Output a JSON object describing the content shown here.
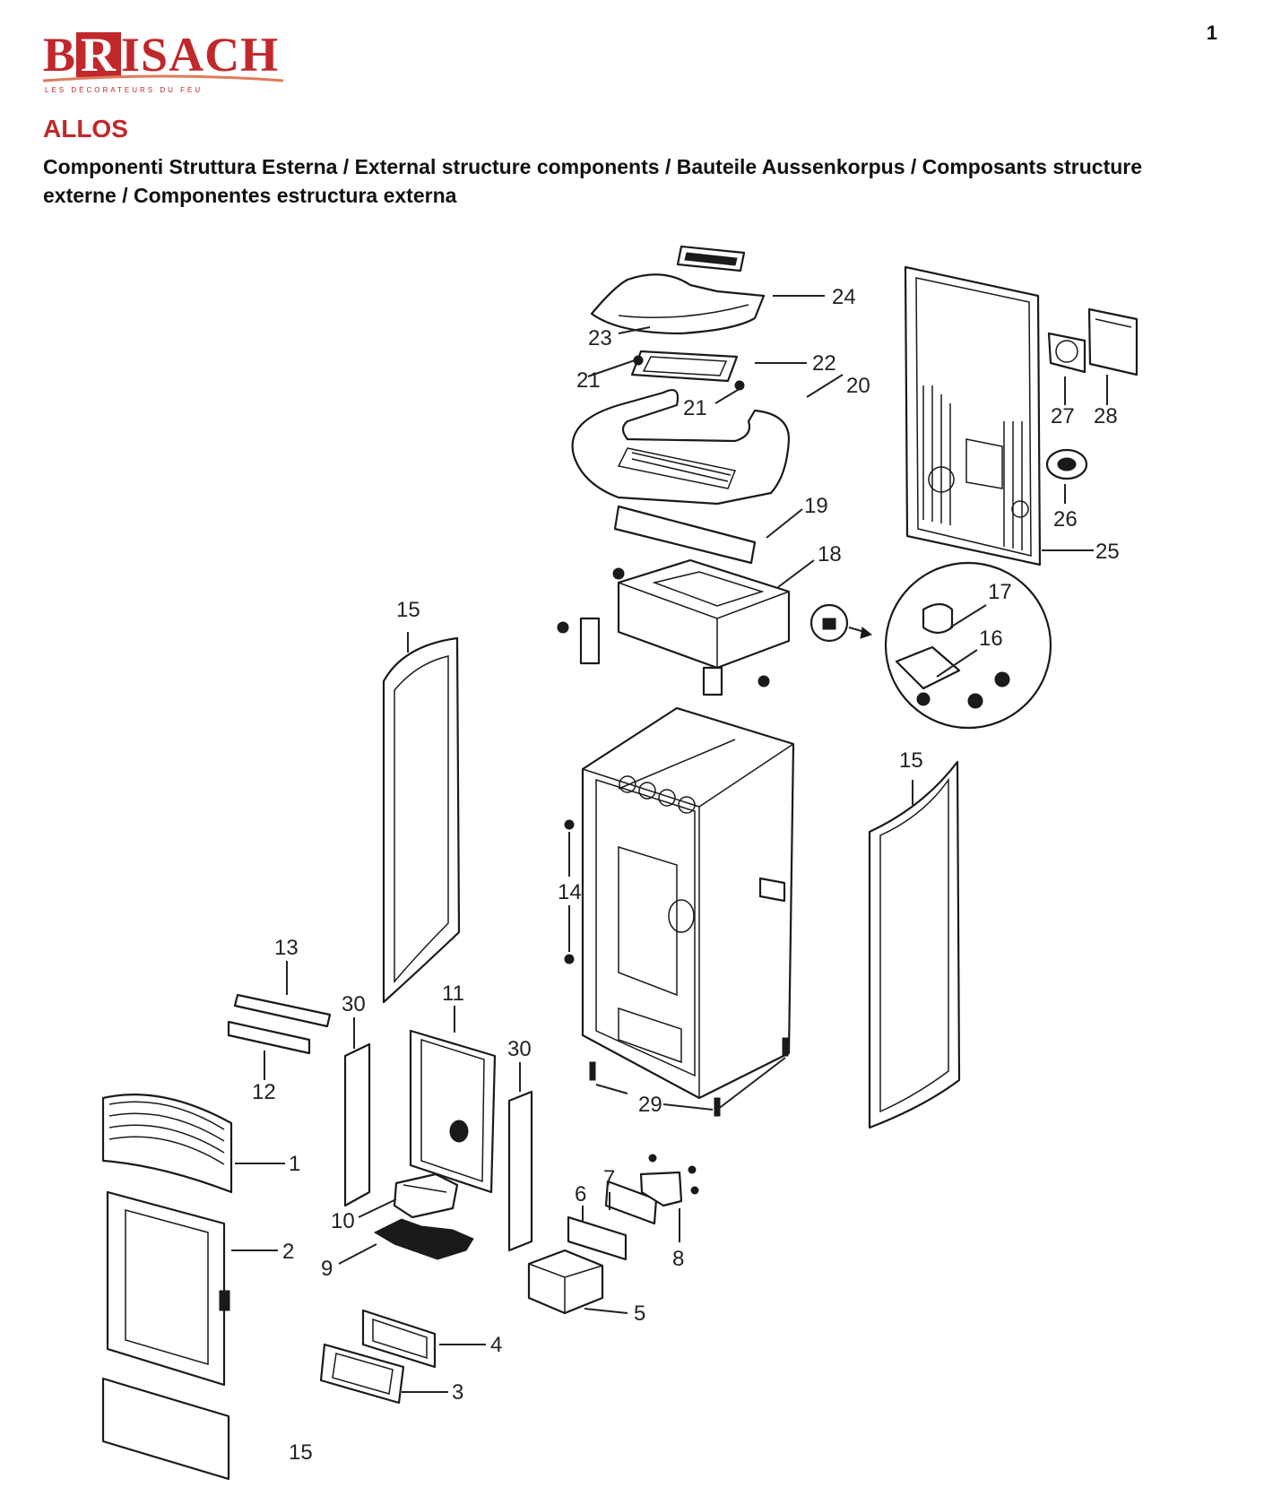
{
  "brand": {
    "logo_before": "B",
    "logo_highlight": "R",
    "logo_after": "ISACH",
    "tagline": "LES DÉCORATEURS DU FEU",
    "accent_color": "#c0282b"
  },
  "page_number": "1",
  "model": "ALLOS",
  "subtitle": "Componenti Struttura Esterna / External structure components / Bauteile Aussenkorpus / Composants structure externe / Componentes estructura externa",
  "callouts": {
    "c1": "1",
    "c2": "2",
    "c3": "3",
    "c4": "4",
    "c5": "5",
    "c6": "6",
    "c7": "7",
    "c8": "8",
    "c9": "9",
    "c10": "10",
    "c11": "11",
    "c12": "12",
    "c13": "13",
    "c14": "14",
    "c15a": "15",
    "c15b": "15",
    "c15c": "15",
    "c16": "16",
    "c17": "17",
    "c18": "18",
    "c19": "19",
    "c20": "20",
    "c21a": "21",
    "c21b": "21",
    "c22": "22",
    "c23": "23",
    "c24": "24",
    "c25": "25",
    "c26": "26",
    "c27": "27",
    "c28": "28",
    "c29": "29",
    "c30a": "30",
    "c30b": "30"
  }
}
